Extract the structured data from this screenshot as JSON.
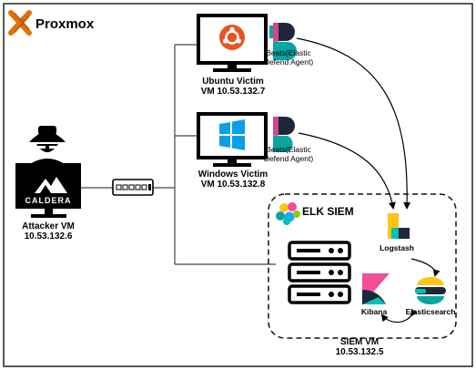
{
  "header": {
    "title": "Proxmox"
  },
  "ubuntu_victim": {
    "name": "Ubuntu Victim",
    "vm": "VM 10.53.132.7",
    "agent_line1": "Beats(Elastic",
    "agent_line2": "Defend Agent)"
  },
  "windows_victim": {
    "name": "Windows Victim",
    "vm": "VM 10.53.132.8",
    "agent_line1": "Beats(Elastic",
    "agent_line2": "Defend Agent)"
  },
  "attacker": {
    "name": "Attacker VM",
    "ip": "10.53.132.6",
    "logo_text": "CALDERA"
  },
  "siem": {
    "title": "ELK SIEM",
    "vm": "SIEM VM",
    "ip": "10.53.132.5",
    "logstash": "Logstash",
    "kibana": "Kibana",
    "elasticsearch": "Elasticsearch"
  },
  "colors": {
    "proxmox_orange": "#E57000",
    "ubuntu_orange": "#E95420",
    "windows_blue": "#0A9FEA",
    "beats_pink": "#F04E98",
    "beats_teal": "#07A5A4",
    "logstash_yellow": "#FEC514"
  }
}
